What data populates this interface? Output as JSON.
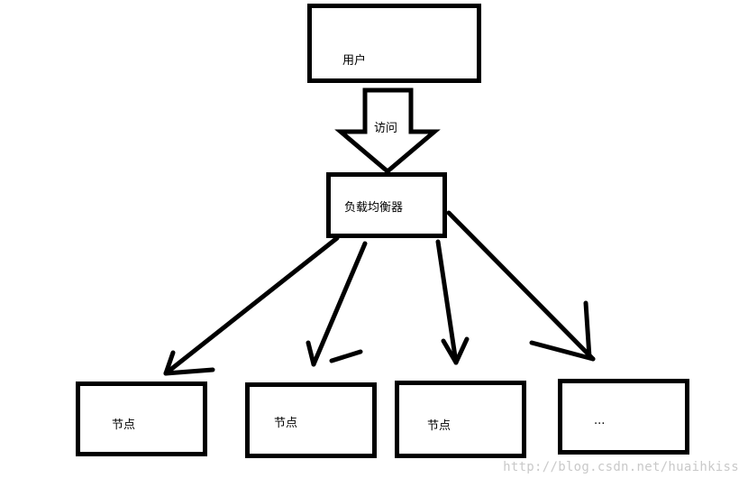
{
  "diagram": {
    "user": {
      "label": "用户"
    },
    "access_arrow": {
      "label": "访问"
    },
    "load_balancer": {
      "label": "负载均衡器"
    },
    "nodes": [
      {
        "label": "节点"
      },
      {
        "label": "节点"
      },
      {
        "label": "节点"
      },
      {
        "label": "..."
      }
    ]
  },
  "watermark": "http://blog.csdn.net/huaihkiss",
  "colors": {
    "stroke": "#000000",
    "background": "#ffffff",
    "watermark": "#c9c9c9"
  }
}
